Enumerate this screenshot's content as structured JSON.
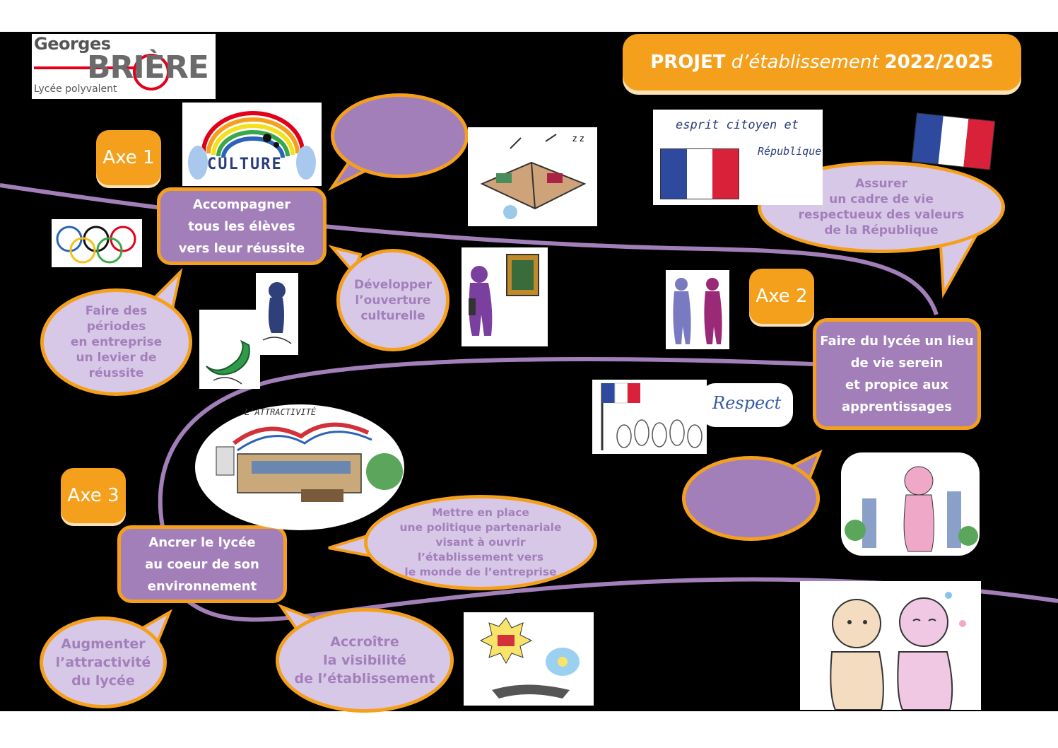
{
  "logo": {
    "line1": "Georges",
    "line2": "BRIÈRE",
    "line3": "Lycée polyvalent"
  },
  "banner": {
    "projet": "PROJET",
    "etab": "d’établissement",
    "years": "2022/2025"
  },
  "axes": [
    {
      "label": "Axe 1",
      "title_lines": [
        "Accompagner",
        "tous  les élèves",
        "vers leur réussite"
      ]
    },
    {
      "label": "Axe 2",
      "title_lines": [
        "Faire du lycée un lieu",
        "de vie serein",
        "et propice aux",
        "apprentissages"
      ]
    },
    {
      "label": "Axe 3",
      "title_lines": [
        "Ancrer le lycée",
        "au coeur de son",
        "environnement"
      ]
    }
  ],
  "bubbles": {
    "entreprise": [
      "Faire des",
      "périodes",
      "en entreprise",
      "un levier de",
      "réussite"
    ],
    "ouverture": [
      "Développer",
      "l’ouverture",
      "culturelle"
    ],
    "republique": [
      "Assurer",
      "un cadre de vie",
      "respectueux des valeurs",
      "de la République"
    ],
    "partenariale": [
      "Mettre en place",
      "une politique partenariale",
      "visant à ouvrir",
      "l’établissement vers",
      "le monde de l’entreprise"
    ],
    "attractivite": [
      "Augmenter",
      "l’attractivité",
      "du lycée"
    ],
    "visibilite": [
      "Accroître",
      "la visibilité",
      "de l’établissement"
    ]
  },
  "drawings": {
    "culture": "CULTURE",
    "citoyen": "esprit citoyen et",
    "republique": "République",
    "respect": "Respect",
    "attractivite": "L'ATTRACTIVITÉ"
  },
  "colors": {
    "orange": "#f5a01c",
    "purple": "#a37fba",
    "lilac": "#d8c8e8",
    "red": "#e2001a"
  }
}
